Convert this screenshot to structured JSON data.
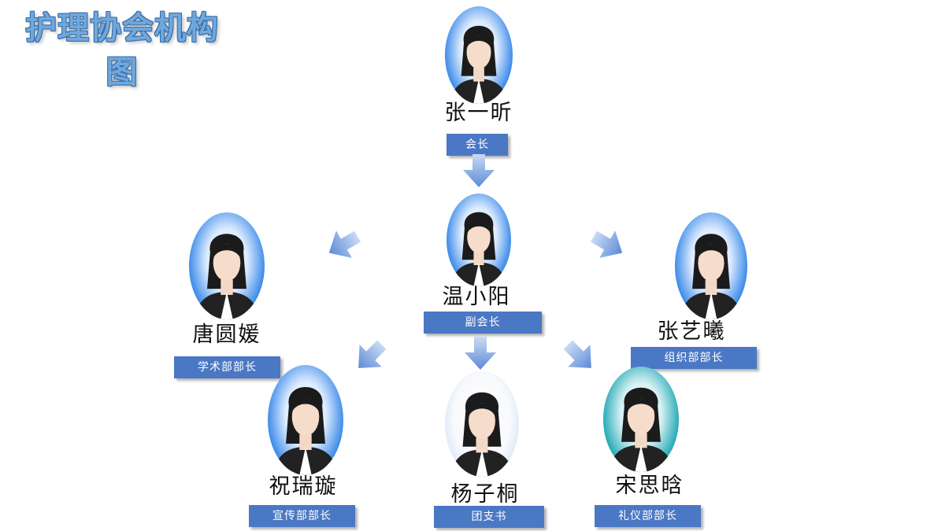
{
  "title": {
    "line1": "护理协会机构",
    "line2": "图"
  },
  "members": {
    "president": {
      "name": "张一昕",
      "role": "会长"
    },
    "vice": {
      "name": "温小阳",
      "role": "副会长"
    },
    "academic": {
      "name": "唐圆媛",
      "role": "学术部部长"
    },
    "organization": {
      "name": "张艺曦",
      "role": "组织部部长"
    },
    "publicity": {
      "name": "祝瑞璇",
      "role": "宣传部部长"
    },
    "youth_league": {
      "name": "杨子桐",
      "role": "团支书"
    },
    "etiquette": {
      "name": "宋思晗",
      "role": "礼仪部部长"
    }
  },
  "colors": {
    "role_box": "#4a78c4",
    "arrow": "#6a96dc",
    "title": "#6fa8dc",
    "photo_bg": "#3b8ae8"
  },
  "icons": {
    "arrow": "gradient-arrow-icon",
    "portrait": "portrait-photo"
  }
}
